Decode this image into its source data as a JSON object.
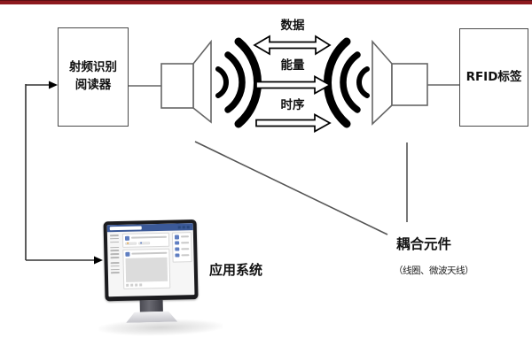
{
  "accent": {
    "top_bar_color": "#8e1a1f"
  },
  "reader": {
    "line1": "射频识别",
    "line2": "阅读器"
  },
  "rfid_tag": {
    "label": "RFID标签"
  },
  "signals": {
    "data": {
      "label": "数据",
      "direction": "bidirectional"
    },
    "energy": {
      "label": "能量",
      "direction": "reader_to_tag"
    },
    "timing": {
      "label": "时序",
      "direction": "reader_to_tag"
    }
  },
  "coupling": {
    "label": "耦合元件",
    "sublabel": "（线圈、微波天线）"
  },
  "app_system": {
    "label": "应用系统"
  },
  "palette": {
    "wave_color": "#000000",
    "box_border": "#4a4a4a",
    "connector_line": "#555555",
    "fb_blue": "#3b5998"
  }
}
